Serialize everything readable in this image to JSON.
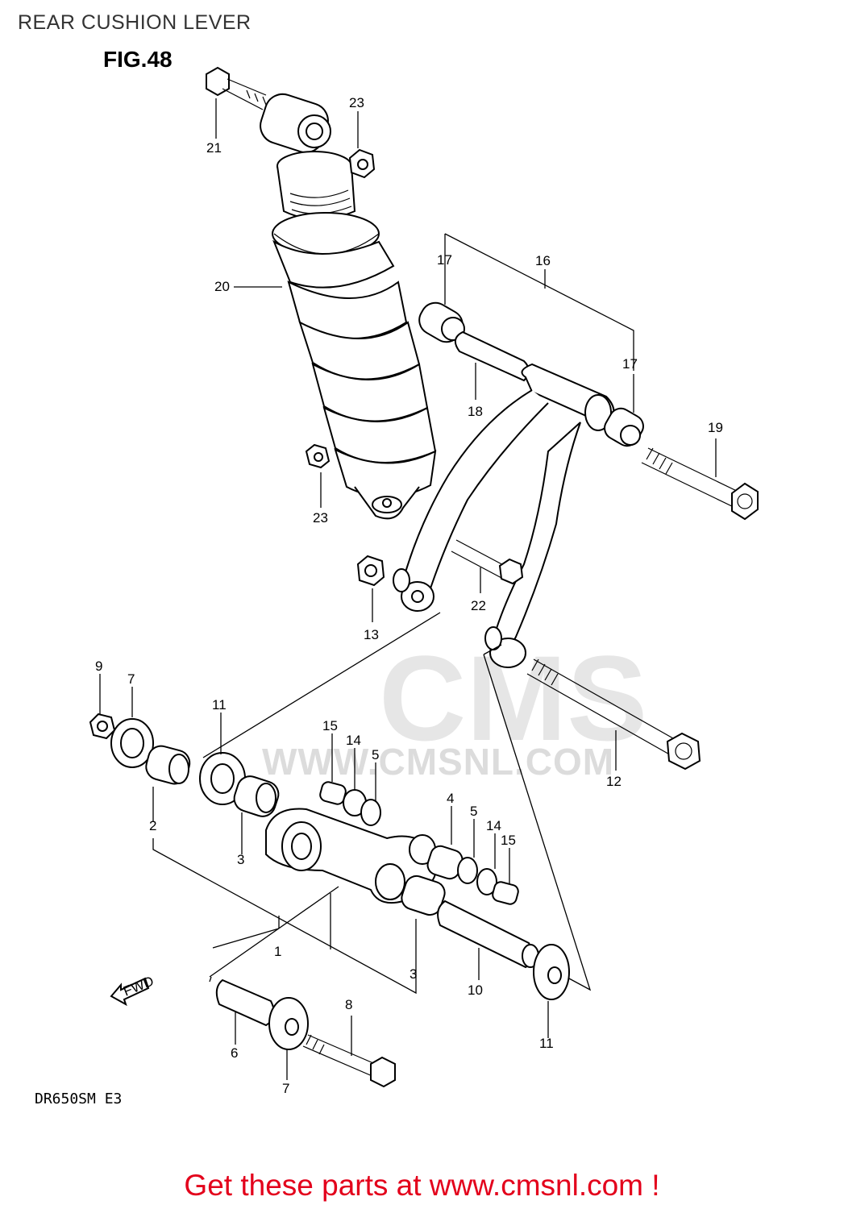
{
  "header": {
    "title": "REAR CUSHION LEVER"
  },
  "figure": {
    "label": "FIG.48",
    "model_code": "DR650SM  E3"
  },
  "watermark": {
    "logo_text": "CMS",
    "url_text": "WWW.CMSNL.COM"
  },
  "fwd_arrow": {
    "label": "FWD"
  },
  "footer": {
    "banner_text": "Get these parts at www.cmsnl.com !"
  },
  "callouts": [
    {
      "name": "callout-21",
      "text": "21"
    },
    {
      "name": "callout-23-top",
      "text": "23"
    },
    {
      "name": "callout-20",
      "text": "20"
    },
    {
      "name": "callout-17-top",
      "text": "17"
    },
    {
      "name": "callout-16",
      "text": "16"
    },
    {
      "name": "callout-17-right",
      "text": "17"
    },
    {
      "name": "callout-18",
      "text": "18"
    },
    {
      "name": "callout-19",
      "text": "19"
    },
    {
      "name": "callout-23-mid",
      "text": "23"
    },
    {
      "name": "callout-22",
      "text": "22"
    },
    {
      "name": "callout-13",
      "text": "13"
    },
    {
      "name": "callout-9",
      "text": "9"
    },
    {
      "name": "callout-7-top",
      "text": "7"
    },
    {
      "name": "callout-11-top",
      "text": "11"
    },
    {
      "name": "callout-15-top",
      "text": "15"
    },
    {
      "name": "callout-14-top",
      "text": "14"
    },
    {
      "name": "callout-5-top",
      "text": "5"
    },
    {
      "name": "callout-12",
      "text": "12"
    },
    {
      "name": "callout-2",
      "text": "2"
    },
    {
      "name": "callout-3-left",
      "text": "3"
    },
    {
      "name": "callout-4",
      "text": "4"
    },
    {
      "name": "callout-5-right",
      "text": "5"
    },
    {
      "name": "callout-14-right",
      "text": "14"
    },
    {
      "name": "callout-15-right",
      "text": "15"
    },
    {
      "name": "callout-1",
      "text": "1"
    },
    {
      "name": "callout-3-bottom",
      "text": "3"
    },
    {
      "name": "callout-10",
      "text": "10"
    },
    {
      "name": "callout-8",
      "text": "8"
    },
    {
      "name": "callout-11-bottom",
      "text": "11"
    },
    {
      "name": "callout-6",
      "text": "6"
    },
    {
      "name": "callout-7-bottom",
      "text": "7"
    }
  ]
}
